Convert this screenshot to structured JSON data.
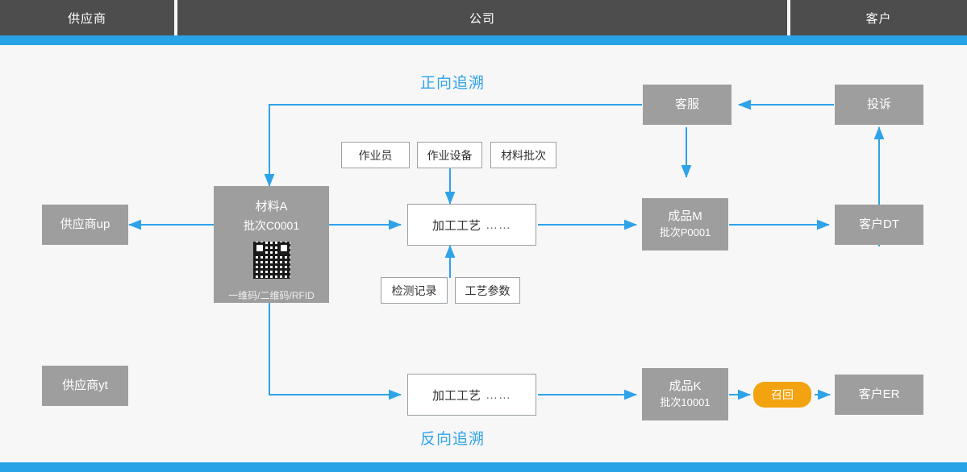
{
  "header": {
    "lanes": [
      {
        "name": "supplier",
        "label": "供应商"
      },
      {
        "name": "company",
        "label": "公司"
      },
      {
        "name": "customer",
        "label": "客户"
      }
    ]
  },
  "labels": {
    "forward_trace": "正向追溯",
    "reverse_trace": "反向追溯"
  },
  "nodes": {
    "supplier_up": "供应商up",
    "supplier_yt": "供应商yt",
    "material": {
      "title": "材料A",
      "batch": "批次C0001",
      "code_types": "一维码/二维码/RFID",
      "qr_icon": "qr-code-icon"
    },
    "attr_operator": "作业员",
    "attr_equipment": "作业设备",
    "attr_material_batch": "材料批次",
    "attr_inspection_record": "检测记录",
    "attr_process_params": "工艺参数",
    "process_top": {
      "label": "加工工艺",
      "dots": "……"
    },
    "process_bottom": {
      "label": "加工工艺",
      "dots": "……"
    },
    "product_m": {
      "title": "成品M",
      "batch": "批次P0001"
    },
    "product_k": {
      "title": "成品K",
      "batch": "批次10001"
    },
    "customer_service": "客服",
    "complaint": "投诉",
    "customer_dt": "客户DT",
    "customer_er": "客户ER",
    "recall": "召回"
  },
  "colors": {
    "header_bg": "#4d4d4d",
    "accent_blue": "#29a3e8",
    "node_gray": "#9e9e9e",
    "recall_orange": "#f2a30f",
    "canvas_bg": "#f7f7f7"
  }
}
